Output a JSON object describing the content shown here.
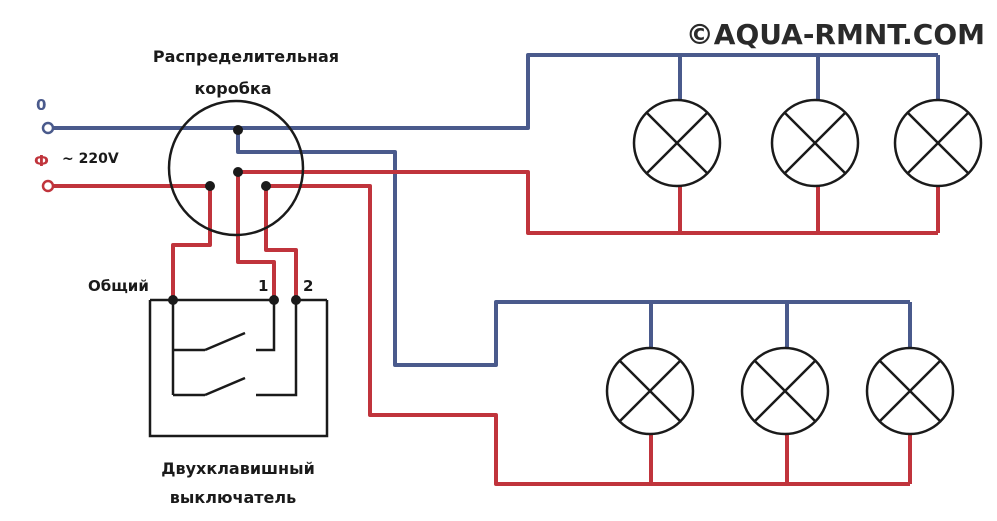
{
  "watermark": "©AQUA-RMNT.COM",
  "labels": {
    "junction_box_line1": "Распределительная",
    "junction_box_line2": "коробка",
    "neutral": "0",
    "phase": "Ф",
    "voltage": "~ 220V",
    "common": "Общий",
    "terminal_1": "1",
    "terminal_2": "2",
    "switch_line1": "Двухклавишный",
    "switch_line2": "выключатель"
  },
  "colors": {
    "neutral_wire": "#4a5a8c",
    "phase_wire": "#c0343c",
    "outline": "#1a1a1a"
  },
  "lamp_groups": [
    {
      "name": "upper",
      "lamp_count": 3
    },
    {
      "name": "lower",
      "lamp_count": 3
    }
  ]
}
